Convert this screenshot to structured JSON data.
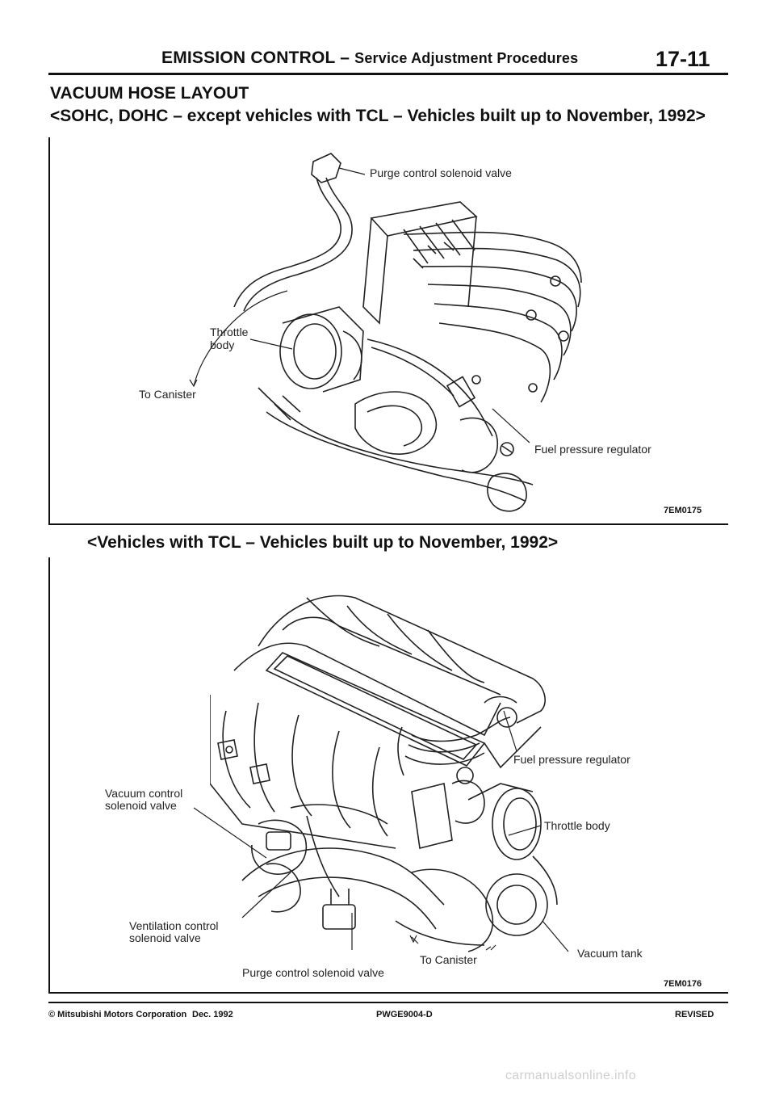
{
  "header": {
    "title_main": "EMISSION CONTROL –",
    "title_sub": "Service Adjustment Procedures",
    "page_number": "17-11"
  },
  "section": {
    "title": "VACUUM HOSE LAYOUT",
    "subtitle_1": "<SOHC, DOHC – except vehicles with TCL – Vehicles built up to November, 1992>",
    "subtitle_2": "<Vehicles with TCL – Vehicles built up to November, 1992>"
  },
  "figure_1": {
    "code": "7EM0175",
    "labels": {
      "purge_valve": "Purge control solenoid valve",
      "throttle_line1": "Throttle",
      "throttle_line2": "body",
      "to_canister": "To Canister",
      "fuel_regulator": "Fuel pressure regulator"
    }
  },
  "figure_2": {
    "code": "7EM0176",
    "labels": {
      "fuel_regulator": "Fuel pressure regulator",
      "vacuum_valve_line1": "Vacuum control",
      "vacuum_valve_line2": "solenoid valve",
      "throttle_body": "Throttle body",
      "ventilation_line1": "Ventilation control",
      "ventilation_line2": "solenoid valve",
      "to_canister": "To Canister",
      "vacuum_tank": "Vacuum tank",
      "purge_valve": "Purge control solenoid valve"
    }
  },
  "footer": {
    "copyright": "© Mitsubishi Motors Corporation",
    "date": "Dec. 1992",
    "code": "PWGE9004-D",
    "status": "REVISED"
  },
  "watermark": "carmanualsonline.info"
}
